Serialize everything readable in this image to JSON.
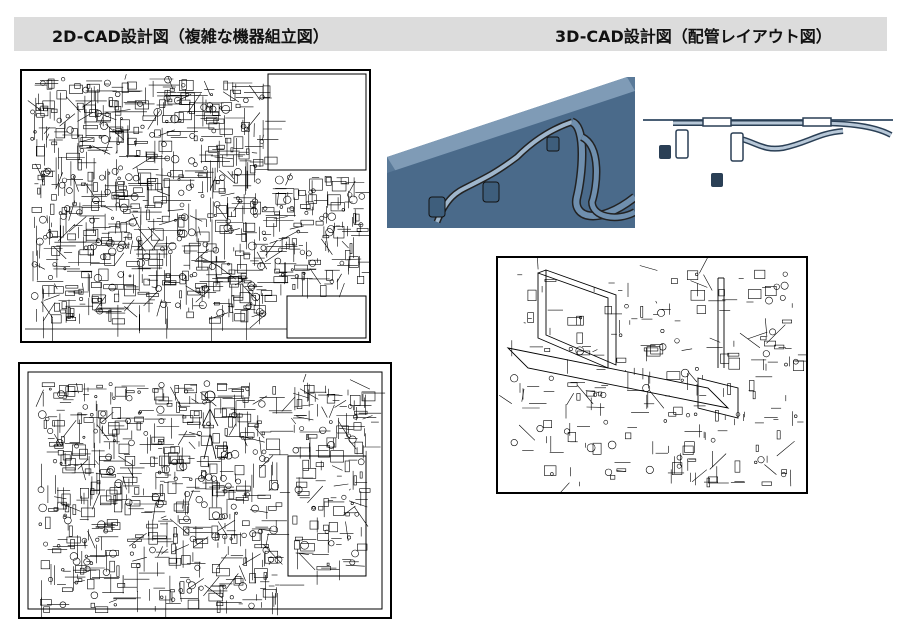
{
  "header": {
    "title_2d": "2D-CAD設計図（複雑な機器組立図）",
    "title_3d": "3D-CAD設計図（配管レイアウト図）"
  },
  "colors": {
    "header_bg": "#dcdcdc",
    "model_blue": "#5a7a99",
    "model_blue_dark": "#3f5f7f",
    "line": "#000000"
  },
  "figures": [
    {
      "id": "2d-assembly-drawing-1",
      "icon": "cad-drawing"
    },
    {
      "id": "2d-assembly-drawing-2",
      "icon": "cad-drawing"
    },
    {
      "id": "3d-piping-render-1",
      "icon": "3d-model"
    },
    {
      "id": "3d-piping-render-2",
      "icon": "3d-model"
    },
    {
      "id": "3d-piping-exploded",
      "icon": "exploded-view"
    }
  ]
}
